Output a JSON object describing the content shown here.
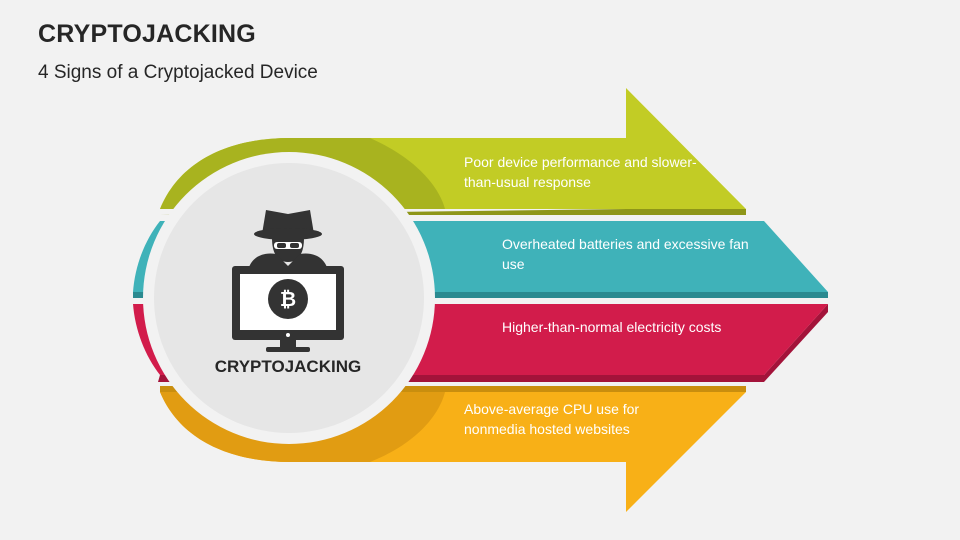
{
  "title": "CRYPTOJACKING",
  "subtitle": "4 Signs of a Cryptojacked Device",
  "hub": {
    "label": "CRYPTOJACKING",
    "icon": "hacker-computer-bitcoin-icon"
  },
  "signs": [
    {
      "text": "Poor device performance and slower-than-usual response",
      "color": "#c2cc25"
    },
    {
      "text": "Overheated batteries and excessive fan use",
      "color": "#3fb2b9"
    },
    {
      "text": "Higher-than-normal electricity costs",
      "color": "#d21c4b"
    },
    {
      "text": "Above-average CPU use for nonmedia hosted websites",
      "color": "#f8b017"
    }
  ]
}
